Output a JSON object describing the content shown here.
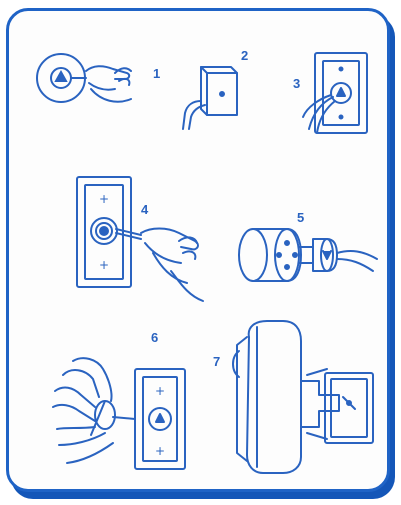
{
  "frame": {
    "border_color": "#1f63c6",
    "shadow_color": "#1456b8",
    "line_color": "#2a63c0"
  },
  "steps": [
    {
      "label": "1",
      "icon": "hand-plugging-coax-into-round-jack-icon"
    },
    {
      "label": "2",
      "icon": "wall-box-with-cable-icon"
    },
    {
      "label": "3",
      "icon": "wall-plate-with-cable-icon"
    },
    {
      "label": "4",
      "icon": "hand-screwing-connector-onto-wall-plate-icon"
    },
    {
      "label": "5",
      "icon": "round-connector-joined-to-jack-icon"
    },
    {
      "label": "6",
      "icon": "hand-attaching-connector-to-wall-plate-icon"
    },
    {
      "label": "7",
      "icon": "device-plugged-into-wall-plate-icon"
    }
  ]
}
